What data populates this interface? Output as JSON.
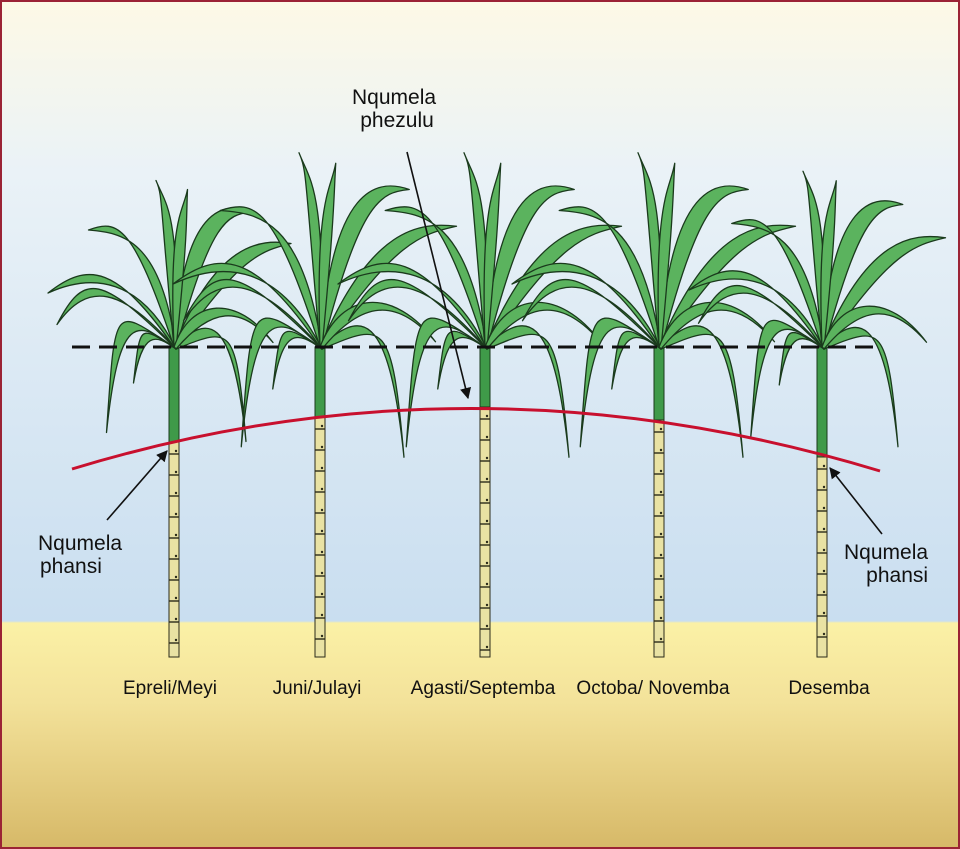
{
  "labels": {
    "top_line": [
      "Nqumela",
      "phezulu"
    ],
    "bottom_left": [
      "Nqumela",
      "phansi"
    ],
    "bottom_right": [
      "Nqumela",
      "phansi"
    ]
  },
  "months": [
    "Epreli/Meyi",
    "Juni/Julayi",
    "Agasti/Septemba",
    "Octoba/ Novemba",
    "Desemba"
  ],
  "colors": {
    "leaf_fill": "#5bb35e",
    "leaf_stroke": "#1a3a1c",
    "stalk_green": "#3f9a49",
    "stalk_cane": "#e9e2a3",
    "cut_line_low": "#c8102e",
    "cut_line_top": "#111111",
    "border": "#9b2335"
  }
}
